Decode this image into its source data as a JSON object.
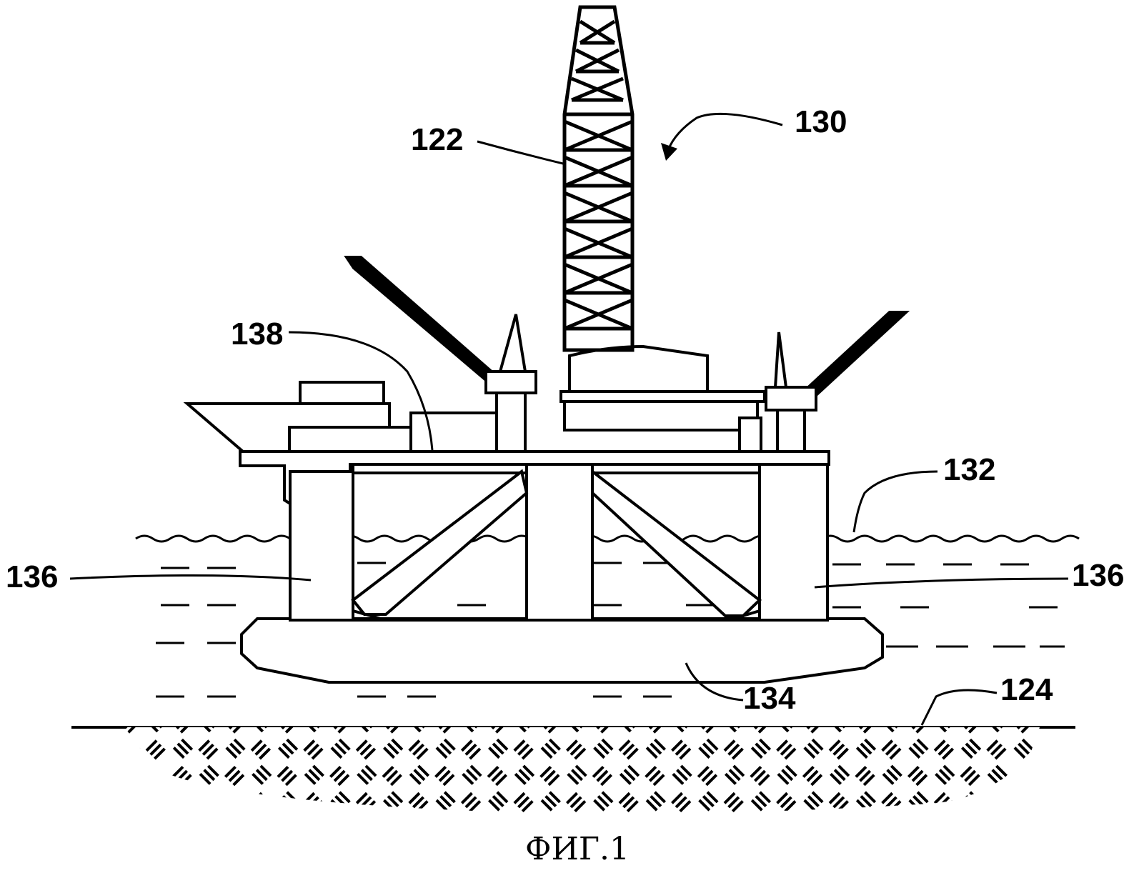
{
  "figure": {
    "caption": "ФИГ.1",
    "labels": {
      "platform": "130",
      "derrick": "122",
      "deck": "138",
      "water_surface": "132",
      "column_left": "136",
      "column_right": "136",
      "pontoon": "134",
      "seabed": "124"
    }
  },
  "colors": {
    "ink": "#000000",
    "paper": "#ffffff"
  }
}
